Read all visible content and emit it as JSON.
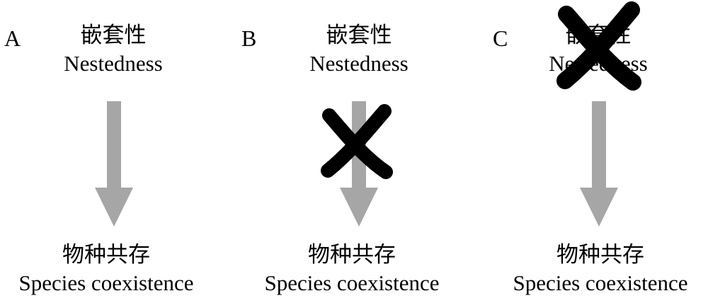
{
  "colors": {
    "arrow": "#a6a6a6",
    "cross": "#000000",
    "text": "#000000"
  },
  "panels": [
    {
      "letter": "A",
      "top": {
        "cn": "嵌套性",
        "en": "Nestedness"
      },
      "bottom": {
        "cn": "物种共存",
        "en": "Species coexistence"
      },
      "arrow_crossed": false,
      "top_crossed": false
    },
    {
      "letter": "B",
      "top": {
        "cn": "嵌套性",
        "en": "Nestedness"
      },
      "bottom": {
        "cn": "物种共存",
        "en": "Species coexistence"
      },
      "arrow_crossed": true,
      "top_crossed": false
    },
    {
      "letter": "C",
      "top": {
        "cn": "嵌套性",
        "en": "Nestedness"
      },
      "bottom": {
        "cn": "物种共存",
        "en": "Species coexistence"
      },
      "arrow_crossed": false,
      "top_crossed": true
    }
  ]
}
